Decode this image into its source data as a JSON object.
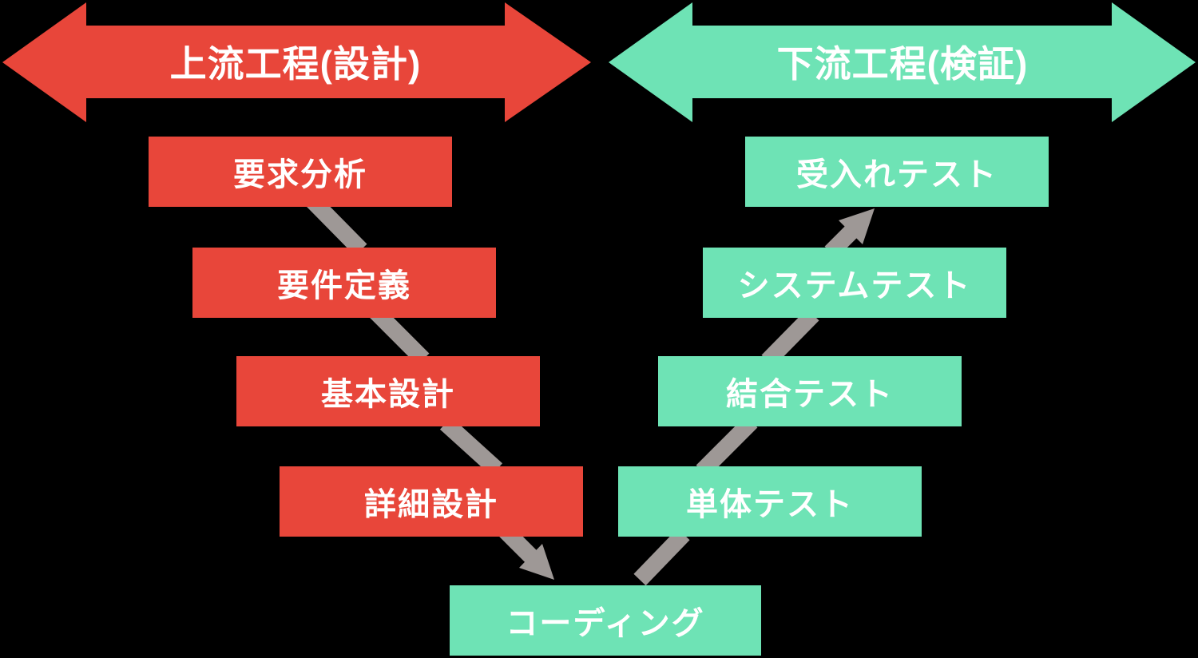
{
  "diagram": {
    "type": "v-model",
    "background": "#000000",
    "text_color": "#ffffff",
    "connector_color": "#9e9896",
    "upstream": {
      "title": "上流工程(設計)",
      "color": "#e8463a",
      "steps": [
        "要求分析",
        "要件定義",
        "基本設計",
        "詳細設計"
      ]
    },
    "downstream": {
      "title": "下流工程(検証)",
      "color": "#6ee3b5",
      "steps": [
        "単体テスト",
        "結合テスト",
        "システムテスト",
        "受入れテスト"
      ]
    },
    "vertex": {
      "label": "コーディング",
      "color": "#6ee3b5"
    }
  }
}
